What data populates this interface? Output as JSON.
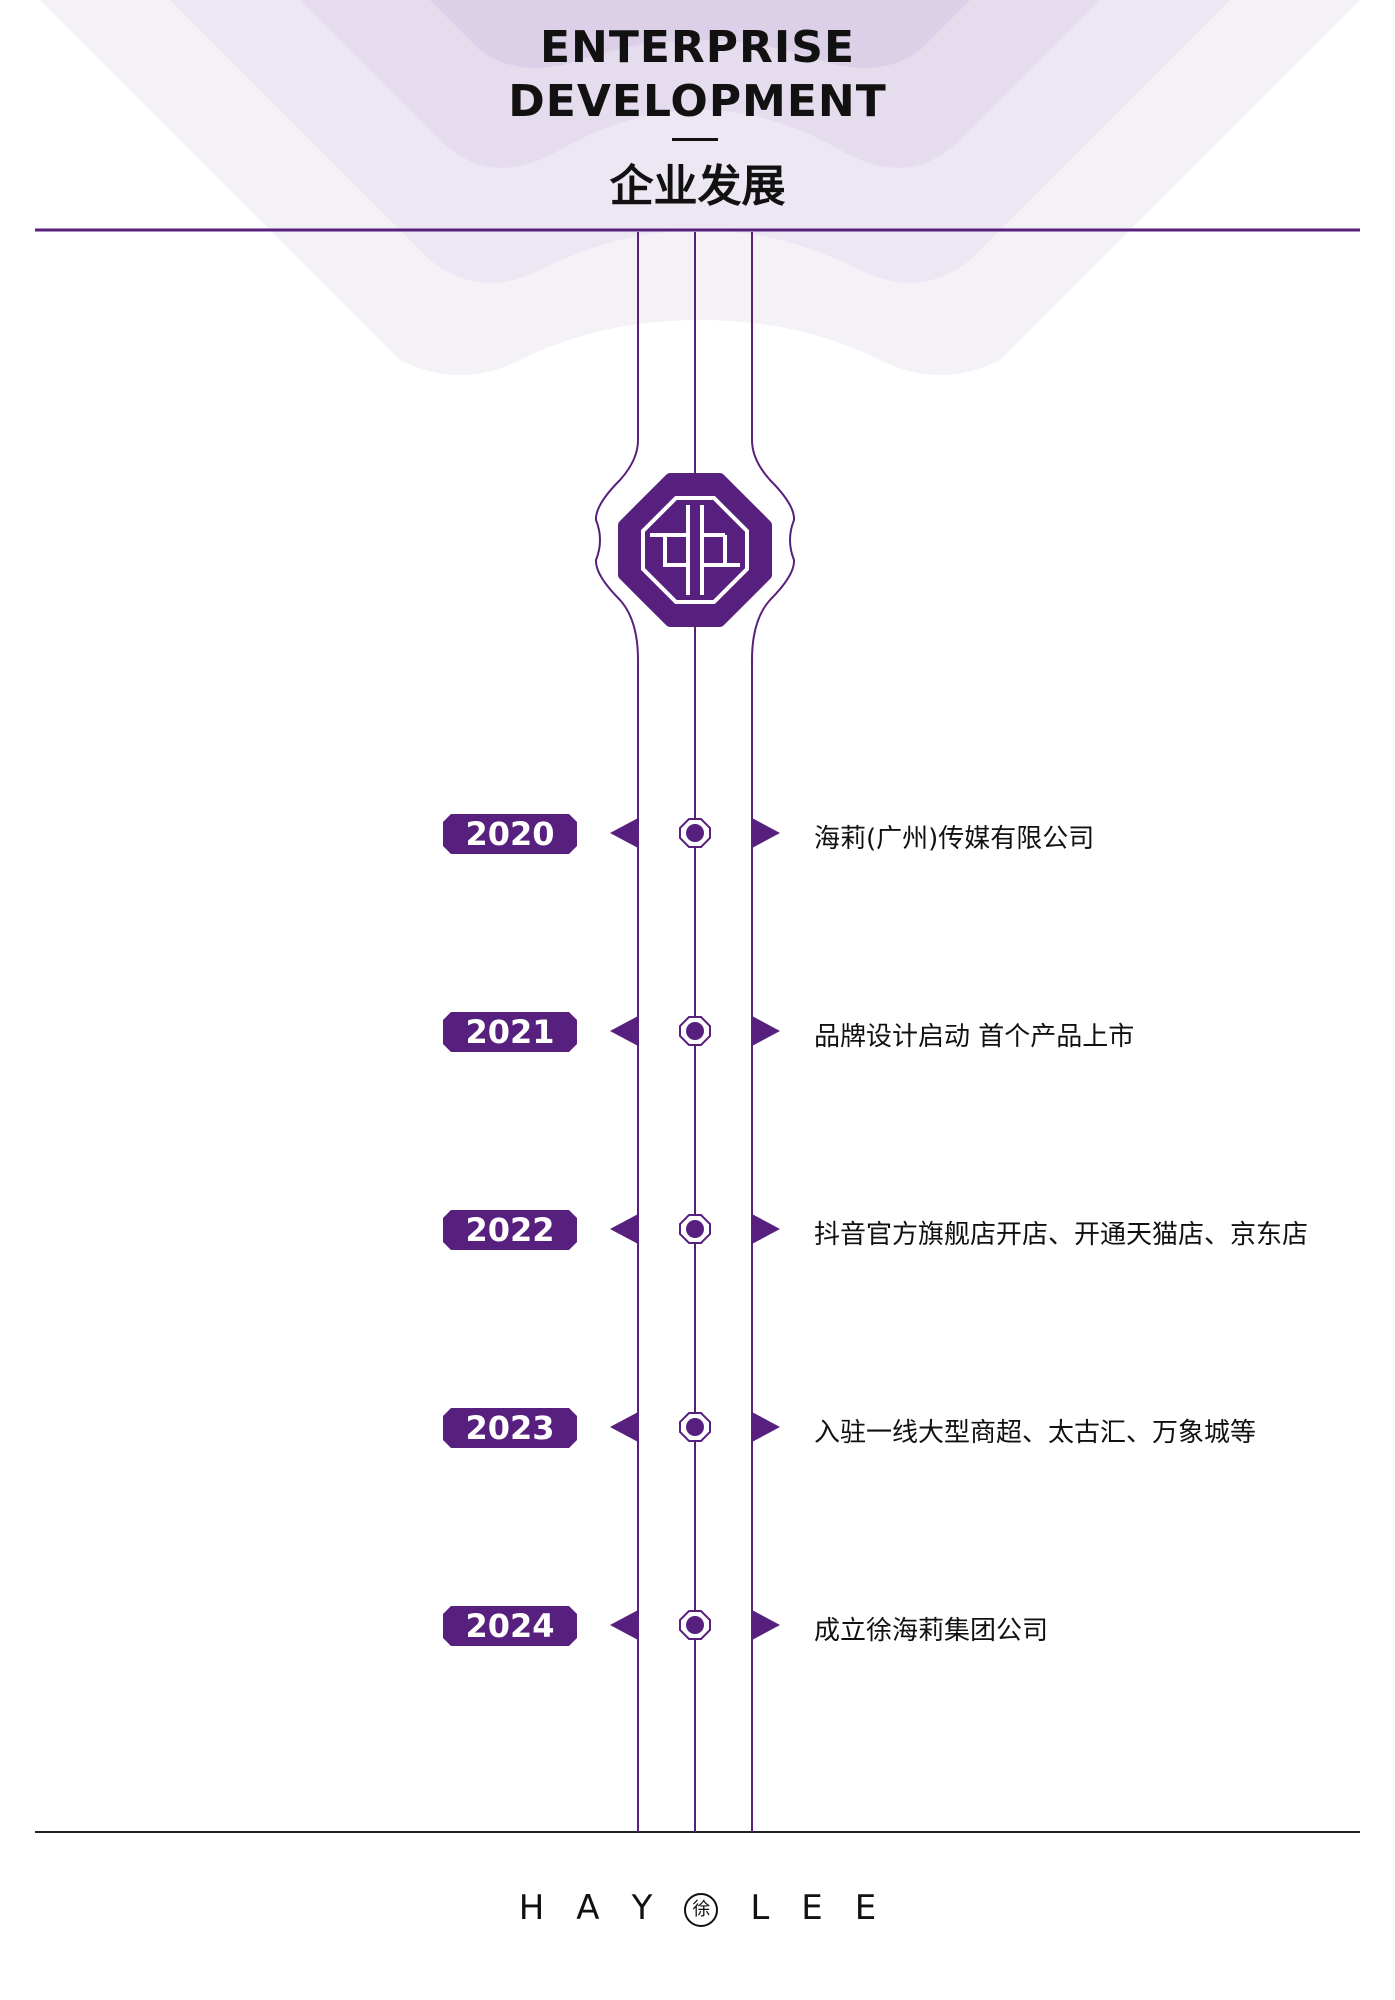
{
  "header": {
    "title_en_line1": "ENTERPRISE",
    "title_en_line2": "DEVELOPMENT",
    "title_cn": "企业发展"
  },
  "colors": {
    "accent": "#58207e",
    "lavender": "#e4dced"
  },
  "timeline": [
    {
      "year": "2020",
      "event": "海莉(广州)传媒有限公司"
    },
    {
      "year": "2021",
      "event": "品牌设计启动 首个产品上市"
    },
    {
      "year": "2022",
      "event": "抖音官方旗舰店开店、开通天猫店、京东店"
    },
    {
      "year": "2023",
      "event": "入驻一线大型商超、太古汇、万象城等"
    },
    {
      "year": "2024",
      "event": "成立徐海莉集团公司"
    }
  ],
  "footer": {
    "logo_letters": [
      "H",
      "A",
      "Y",
      "L",
      "E",
      "E"
    ],
    "seal_char": "徐"
  }
}
